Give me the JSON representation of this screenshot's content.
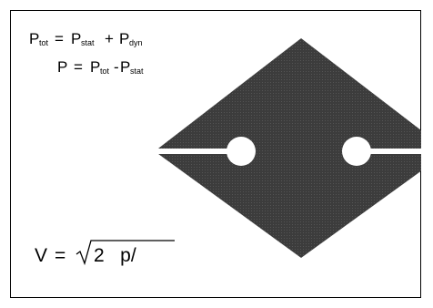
{
  "diagram": {
    "colors": {
      "body": "#3c3c3c",
      "texture": "#555555",
      "line": "#000000",
      "background": "#ffffff"
    },
    "equation_total": {
      "symbol": "P",
      "sub_tot": "tot",
      "equals": "=",
      "sub_stat": "stat",
      "plus": "+",
      "sub_dyn": "dyn"
    },
    "equation_dynamic": {
      "symbol": "P",
      "equals": "=",
      "sub_tot": "tot",
      "minus": "-",
      "sub_stat": "stat"
    },
    "equation_velocity": {
      "symbol": "V",
      "equals": "=",
      "radical": "√",
      "content": "2   p/"
    }
  }
}
